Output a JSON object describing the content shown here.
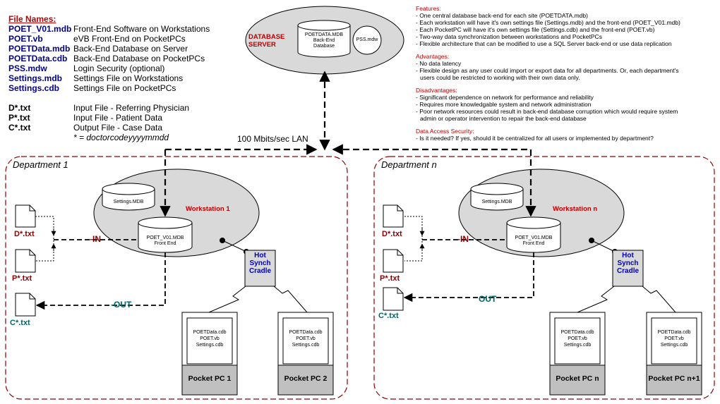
{
  "legend": {
    "title": "File Names:",
    "items": [
      {
        "name": "POET_V01.mdb",
        "desc": "Front-End Software on Workstations"
      },
      {
        "name": "POET.vb",
        "desc": "eVB Front-End on PocketPCs"
      },
      {
        "name": "POETData.mdb",
        "desc": "Back-End Database on Server"
      },
      {
        "name": "POETData.cdb",
        "desc": "Back-End Database on PocketPCs"
      },
      {
        "name": "PSS.mdw",
        "desc": "Login Security (optional)"
      },
      {
        "name": "Settings.mdb",
        "desc": "Settings File on Workstations"
      },
      {
        "name": "Settings.cdb",
        "desc": "Settings File on PocketPCs"
      }
    ],
    "io_items": [
      {
        "name": "D*.txt",
        "desc": "Input File - Referring Physician"
      },
      {
        "name": "P*.txt",
        "desc": "Input File - Patient Data"
      },
      {
        "name": "C*.txt",
        "desc": "Output File - Case Data"
      }
    ],
    "footnote": "* = doctorcodeyyyymmdd"
  },
  "server": {
    "label_line1": "DATABASE",
    "label_line2": "SERVER",
    "db_line1": "POETDATA.MDB",
    "db_line2": "Back-End",
    "db_line3": "Database",
    "pss": "PSS.mdw"
  },
  "lan_label": "100 Mbits/sec LAN",
  "notes": {
    "features_title": "Features:",
    "features": [
      "- One central database back-end for each site (POETDATA.mdb)",
      "- Each workstation will have it's own settings file (Settings.mdb) and the front-end (POET_V01.mdb)",
      "- Each PocketPC will have it's own settings file (Settings.cdb) and the front-end (POET.vb)",
      "- Two-way data synchronization between workstations and PocketPCs",
      "- Flexible architecture that can be modified to use a SQL Server back-end or use data replication"
    ],
    "advantages_title": "Advantages:",
    "advantages": [
      "- No data latency",
      "- Flexible design as any user could import or export data for all departments. Or, each department's",
      "  users could be restricted to working with their own data only."
    ],
    "disadvantages_title": "Disadvantages:",
    "disadvantages": [
      "- Significant dependence on network for performance and reliability",
      "- Requires more knowledgable system and network administration",
      "- Poor network resources could result in back-end database corruption which would require system",
      "  admin or operator intervention to repair the back-end database"
    ],
    "security_title": "Data Access Security:",
    "security": [
      "- Is it needed? If yes, should it be centralized for all users or implemented by department?"
    ]
  },
  "departments": [
    {
      "title": "Department 1",
      "workstation": "Workstation 1",
      "settings_db": "Settings.MDB",
      "frontend_line1": "POET_V01.MDB",
      "frontend_line2": "Front End",
      "in_label": "IN",
      "out_label": "OUT",
      "files": [
        "D*.txt",
        "P*.txt",
        "C*.txt"
      ],
      "cradle": [
        "Hot",
        "Synch",
        "Cradle"
      ],
      "pocketpcs": [
        {
          "files": [
            "POETData.cdb",
            "POET.vb",
            "Settings.cdb"
          ],
          "name": "Pocket PC 1"
        },
        {
          "files": [
            "POETData.cdb",
            "POET.vb",
            "Settings.cdb"
          ],
          "name": "Pocket PC 2"
        }
      ]
    },
    {
      "title": "Department n",
      "workstation": "Workstation n",
      "settings_db": "Settings.MDB",
      "frontend_line1": "POET_V01.MDB",
      "frontend_line2": "Front End",
      "in_label": "IN",
      "out_label": "OUT",
      "files": [
        "D*.txt",
        "P*.txt",
        "C*.txt"
      ],
      "cradle": [
        "Hot",
        "Synch",
        "Cradle"
      ],
      "pocketpcs": [
        {
          "files": [
            "POETData.cdb",
            "POET.vb",
            "Settings.cdb"
          ],
          "name": "Pocket PC n"
        },
        {
          "files": [
            "POETData.cdb",
            "POET.vb",
            "Settings.cdb"
          ],
          "name": "Pocket PC n+1"
        }
      ]
    }
  ],
  "colors": {
    "dept_border": "#8b0000",
    "label_red": "#c00000",
    "legend_blue": "#00008b",
    "cradle_blue": "#0000c0",
    "file_red": "#8b0000",
    "file_teal": "#006666",
    "ellipse_fill": "#d9d9d9",
    "ppc_fill": "#c0c0c0"
  }
}
